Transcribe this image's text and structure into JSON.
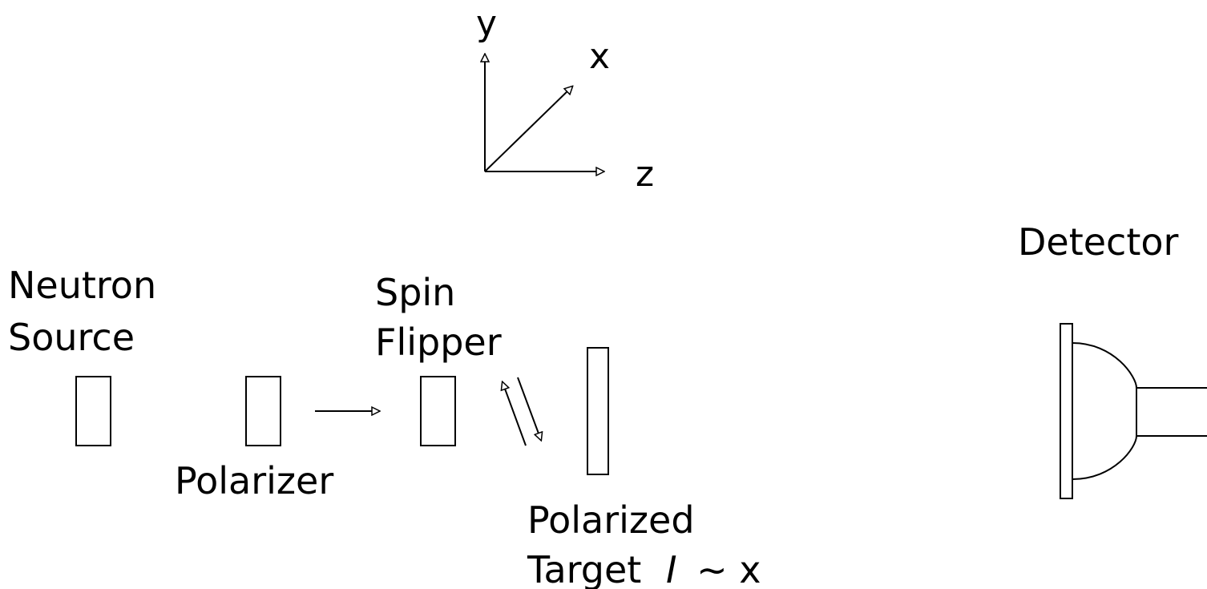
{
  "axes": {
    "y": "y",
    "x": "x",
    "z": "z"
  },
  "labels": {
    "neutron_source_1": "Neutron",
    "neutron_source_2": "Source",
    "polarizer": "Polarizer",
    "spin_flipper_1": "Spin",
    "spin_flipper_2": "Flipper",
    "polarized_target_1": "Polarized",
    "polarized_target_2": "Target",
    "target_spin_symbol": "I",
    "target_spin_relation": "~ x",
    "detector": "Detector"
  },
  "colors": {
    "stroke": "#000000",
    "background": "#ffffff"
  }
}
